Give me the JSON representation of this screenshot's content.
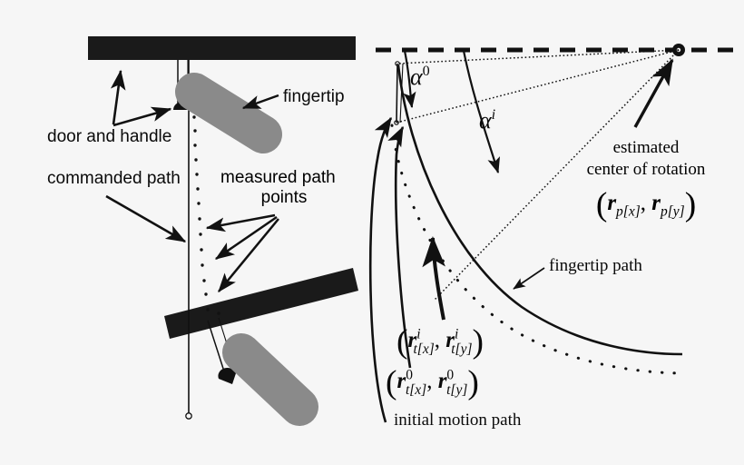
{
  "figure": {
    "domain_note": "technical line diagram of door-opening experiment",
    "background": "#f6f6f6",
    "ink": "#111111",
    "fingertip_gray": "#8a8a8a"
  },
  "left_panel": {
    "labels": {
      "fingertip": "fingertip",
      "door_and_handle": "door and handle",
      "commanded_path": "commanded path",
      "measured_path_line1": "measured path",
      "measured_path_line2": "points"
    }
  },
  "right_panel": {
    "labels": {
      "alpha_zero_base": "α",
      "alpha_zero_sup": "0",
      "alpha_i_base": "α",
      "alpha_i_sup": "i",
      "estimated_line1": "estimated",
      "estimated_line2": "center of rotation",
      "fingertip_path": "fingertip path",
      "initial_motion_path": "initial motion path"
    },
    "coordinates": {
      "pivot": {
        "open": "(",
        "r1": "r",
        "sub1": "p[x]",
        "comma": ", ",
        "r2": "r",
        "sub2": "p[y]",
        "close": ")"
      },
      "tip_i": {
        "open": "(",
        "r1": "r",
        "sup1": "i",
        "sub1": "t[x]",
        "comma": ", ",
        "r2": "r",
        "sup2": "i",
        "sub2": "t[y]",
        "close": ")"
      },
      "tip_0": {
        "open": "(",
        "r1": "r",
        "sup1": "0",
        "sub1": "t[x]",
        "comma": ", ",
        "r2": "r",
        "sup2": "0",
        "sub2": "t[y]",
        "close": ")"
      }
    }
  }
}
